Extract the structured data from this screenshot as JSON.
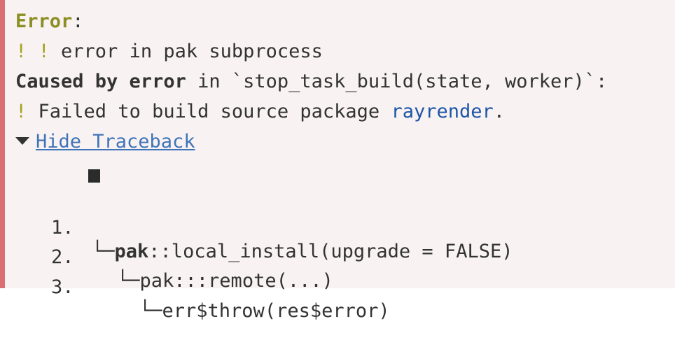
{
  "error": {
    "title": "Error",
    "colon": ":",
    "line2_prefix": "! !",
    "line2_text": " error in pak subprocess",
    "caused_bold": "Caused by error",
    "caused_rest": " in `stop_task_build(state, worker)`:",
    "line4_prefix": "!",
    "line4_text": " Failed to build source package ",
    "package_name": "rayrender",
    "line4_period": "."
  },
  "traceback": {
    "toggle_label": "Hide Traceback",
    "rows": [
      {
        "num": "1.",
        "branch": "└─",
        "pkg": "pak",
        "rest": "::local_install(upgrade = FALSE)"
      },
      {
        "num": "2.",
        "branch": "└─",
        "pkg": "",
        "rest": "pak:::remote(...)"
      },
      {
        "num": "3.",
        "branch": "└─",
        "pkg": "",
        "rest": "err$throw(res$error)"
      }
    ]
  },
  "colors": {
    "panel_bg": "#f9f2f2",
    "left_border": "#dc6f73",
    "title": "#8b8f23",
    "bang": "#a3a31f",
    "package": "#1d56a7",
    "link": "#3f74b8"
  }
}
